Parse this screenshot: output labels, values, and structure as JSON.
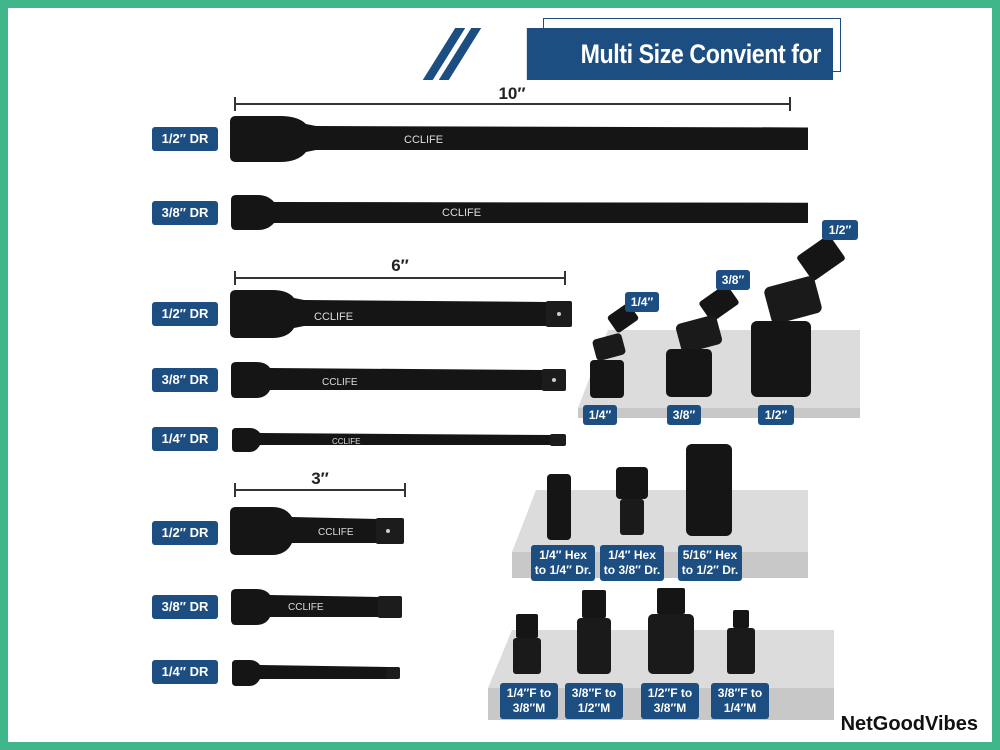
{
  "banner": {
    "title": "Multi Size Convient for Repair"
  },
  "dimensions": {
    "ten": "10″",
    "six": "6″",
    "three": "3″"
  },
  "bar_labels": [
    "1/2″ DR",
    "3/8″ DR",
    "1/2″ DR",
    "3/8″ DR",
    "1/4″ DR",
    "1/2″ DR",
    "3/8″ DR",
    "1/4″ DR"
  ],
  "brand": "CCLIFE",
  "joints": {
    "top": [
      "1/4″",
      "3/8″",
      "1/2″"
    ],
    "bottom": [
      "1/4″",
      "3/8″",
      "1/2″"
    ]
  },
  "hex_adapters": [
    {
      "line1": "1/4″ Hex",
      "line2": "to 1/4″ Dr."
    },
    {
      "line1": "1/4″ Hex",
      "line2": "to 3/8″ Dr."
    },
    {
      "line1": "5/16″ Hex",
      "line2": "to 1/2″ Dr."
    }
  ],
  "reducers": [
    {
      "line1": "1/4″F to",
      "line2": "3/8″M"
    },
    {
      "line1": "3/8″F to",
      "line2": "1/2″M"
    },
    {
      "line1": "1/2″F to",
      "line2": "3/8″M"
    },
    {
      "line1": "3/8″F to",
      "line2": "1/4″M"
    }
  ],
  "watermark": "NetGoodVibes"
}
